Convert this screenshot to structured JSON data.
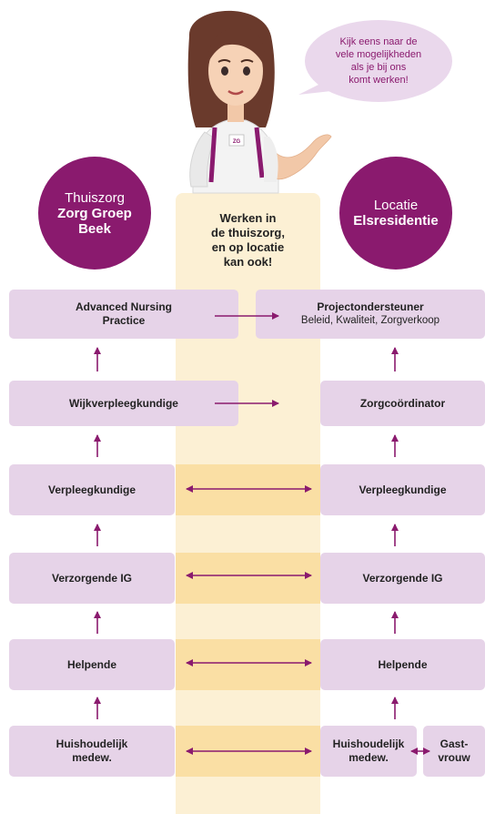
{
  "speech_bubble": [
    "Kijk eens naar de",
    "vele mogelijkheden",
    "als je bij ons",
    "komt werken!"
  ],
  "left_circle": {
    "line1": "Thuiszorg",
    "line2": "Zorg Groep",
    "line3": "Beek"
  },
  "right_circle": {
    "line1": "Locatie",
    "line2": "Elsresidentie"
  },
  "center_text": [
    "Werken in",
    "de thuiszorg,",
    "en op locatie",
    "kan ook!"
  ],
  "left_column": {
    "advanced": [
      "Advanced Nursing",
      "Practice"
    ],
    "wijk": "Wijkverpleegkundige",
    "verpleeg": "Verpleegkundige",
    "verzorgende": "Verzorgende IG",
    "helpende": "Helpende",
    "huishoud": [
      "Huishoudelijk",
      "medew."
    ]
  },
  "right_column": {
    "project_title": "Projectondersteuner",
    "project_sub": "Beleid, Kwaliteit, Zorgverkoop",
    "zorgcoord": "Zorgcoördinator",
    "verpleeg": "Verpleegkundige",
    "verzorgende": "Verzorgende IG",
    "helpende": "Helpende",
    "huishoud": [
      "Huishoudelijk",
      "medew."
    ],
    "gastvrouw": [
      "Gast-",
      "vrouw"
    ]
  },
  "badge_text": "ZG",
  "colors": {
    "brand_purple": "#8a1a6e",
    "box_fill": "#e6d3e8",
    "center_column": "#fcf0d4",
    "center_band": "#fadfa4"
  }
}
